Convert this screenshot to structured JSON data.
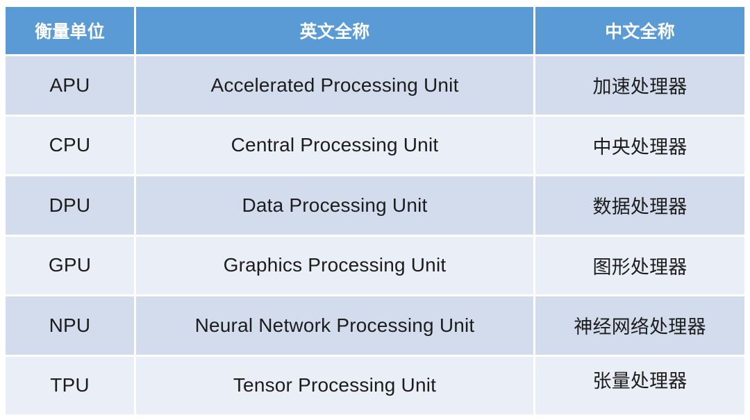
{
  "table": {
    "headers": {
      "unit": "衡量单位",
      "english": "英文全称",
      "chinese": "中文全称"
    },
    "rows": [
      {
        "unit": "APU",
        "english": "Accelerated Processing Unit",
        "chinese": "加速处理器"
      },
      {
        "unit": "CPU",
        "english": "Central Processing Unit",
        "chinese": "中央处理器"
      },
      {
        "unit": "DPU",
        "english": "Data Processing Unit",
        "chinese": "数据处理器"
      },
      {
        "unit": "GPU",
        "english": "Graphics Processing Unit",
        "chinese": "图形处理器"
      },
      {
        "unit": "NPU",
        "english": "Neural Network Processing Unit",
        "chinese": "神经网络处理器"
      },
      {
        "unit": "TPU",
        "english": "Tensor Processing Unit",
        "chinese": "张量处理器"
      }
    ]
  },
  "colors": {
    "header_bg": "#5b9bd5",
    "row_odd": "#d3dcec",
    "row_even": "#eaeef6",
    "header_text": "#ffffff",
    "body_text": "#1c1c1c",
    "canvas": "#ffffff"
  }
}
